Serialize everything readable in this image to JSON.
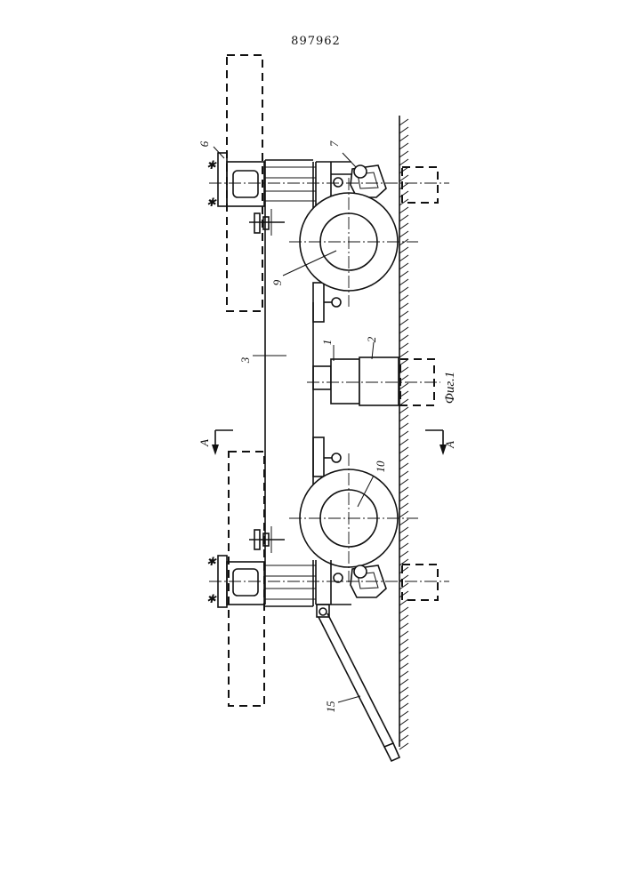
{
  "document": {
    "patent_number": "897962",
    "figure_caption": "Фиг.1"
  },
  "labels": {
    "part_1": "1",
    "part_2": "2",
    "part_3": "3",
    "part_6": "6",
    "part_7": "7",
    "part_9": "9",
    "part_10": "10",
    "part_15": "15",
    "section_left": "A",
    "section_right": "A"
  }
}
